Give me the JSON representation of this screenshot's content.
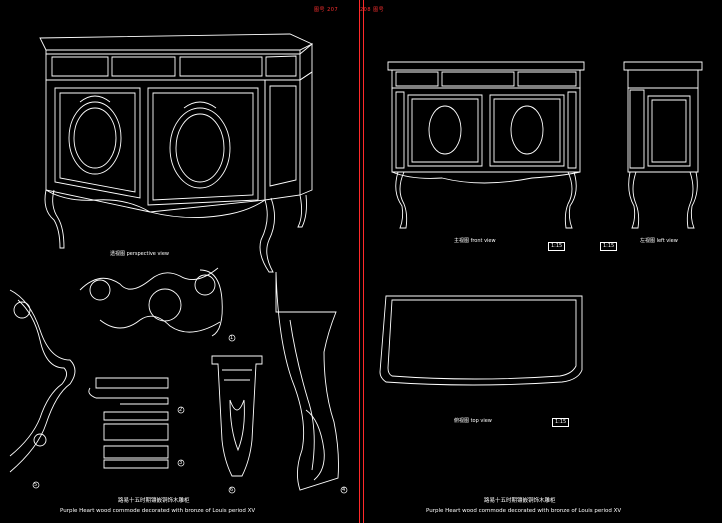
{
  "header": {
    "left_mark": "图号 207",
    "mid_mark": "208 图号"
  },
  "labels": {
    "perspective": "透视图 perspective view",
    "front": "主视图  front view",
    "front_scale": "1:15",
    "side": "左视图  left view",
    "side_scale": "1:15",
    "top": "俯视图  top view",
    "top_scale": "1:15",
    "num1": "1",
    "num2": "2",
    "num3": "3",
    "num4": "4",
    "num5": "5",
    "num6": "6",
    "caption_left_cn": "路易十五时期镶嵌铜饰木雕柜",
    "caption_left_en": "Purple Heart wood commode decorated with bronze of Louis    period  XV",
    "caption_right_cn": "路易十五时期镶嵌铜饰木雕柜",
    "caption_right_en": "Purple Heart wood commode decorated with bronze of Louis    period  XV"
  }
}
